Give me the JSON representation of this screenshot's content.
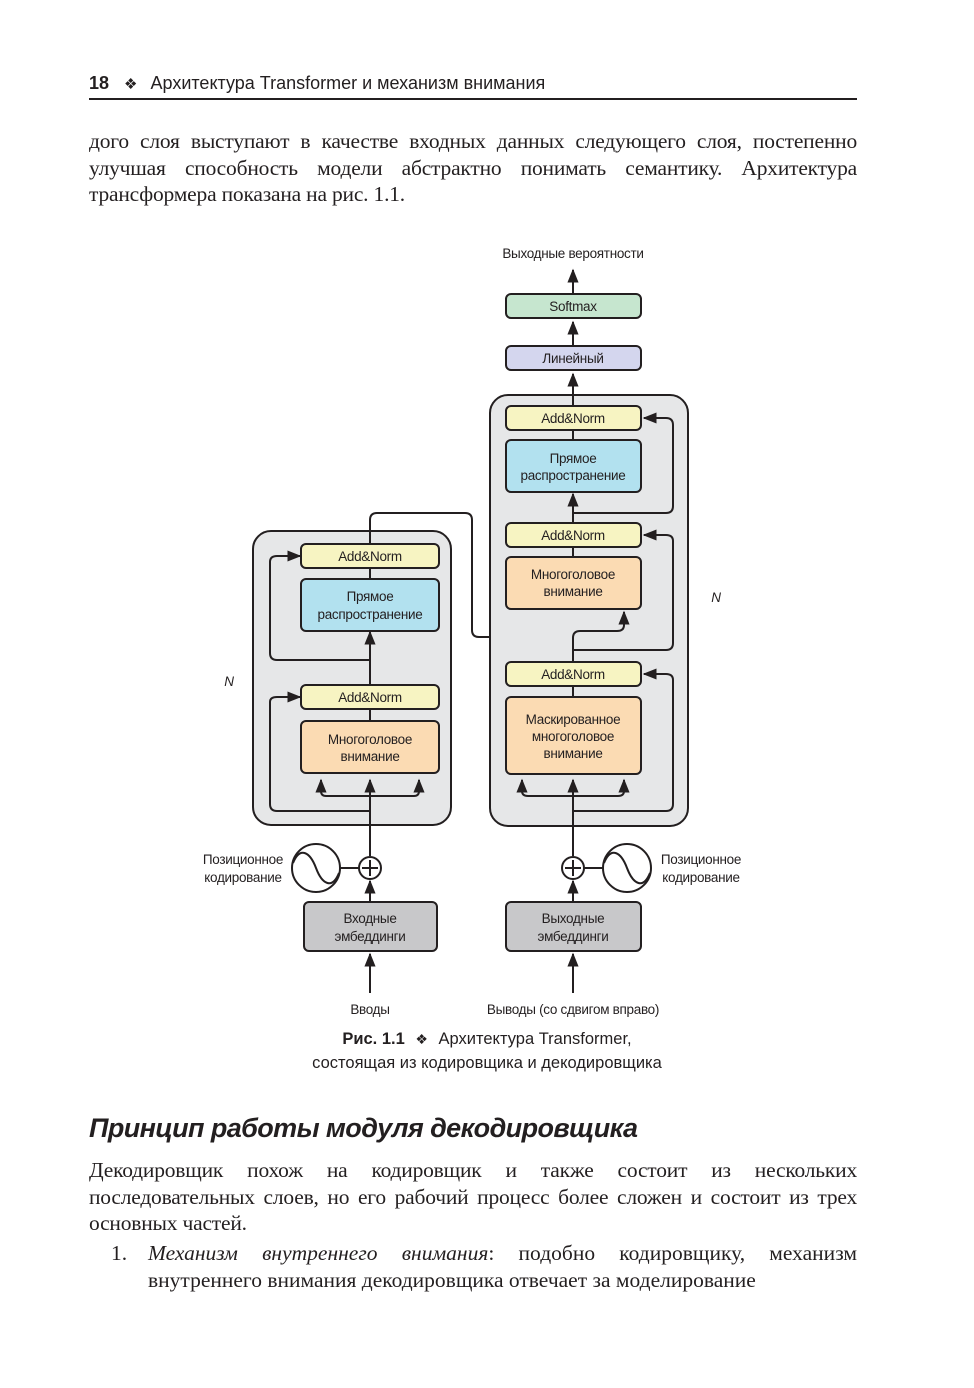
{
  "header": {
    "page_number": "18",
    "separator": "❖",
    "title": "Архитектура Transformer и механизм внимания"
  },
  "intro_paragraph": "дого слоя выступают в качестве входных данных следующего слоя, постепенно улучшая способность модели абстрактно понимать семантику. Архитектура трансформера показана на рис. 1.1.",
  "figure": {
    "output_label": "Выходные вероятности",
    "softmax": "Softmax",
    "linear": "Линейный",
    "repeat_label": "N",
    "encoder": {
      "add_norm_top": "Add&Norm",
      "feed_forward": [
        "Прямое",
        "распространение"
      ],
      "add_norm_bottom": "Add&Norm",
      "attention": [
        "Многоголовое",
        "внимание"
      ],
      "pos_encoding": [
        "Позиционное",
        "кодирование"
      ],
      "embedding": [
        "Входные",
        "эмбеддинги"
      ],
      "input_label": "Вводы"
    },
    "decoder": {
      "add_norm_top": "Add&Norm",
      "feed_forward": [
        "Прямое",
        "распространение"
      ],
      "add_norm_mid": "Add&Norm",
      "cross_attention": [
        "Многоголовое",
        "внимание"
      ],
      "add_norm_bottom": "Add&Norm",
      "masked_attention": [
        "Маскированное",
        "многоголовое",
        "внимание"
      ],
      "pos_encoding": [
        "Позиционное",
        "кодирование"
      ],
      "embedding": [
        "Выходные",
        "эмбеддинги"
      ],
      "input_label": "Выводы (со сдвигом вправо)"
    },
    "colors": {
      "add_norm": "#f7f4c2",
      "feed_forward": "#b2e1ef",
      "attention": "#fbdbb3",
      "softmax": "#c6e6cf",
      "linear": "#d4d6ee",
      "embedding": "#c8c8ca",
      "layer_bg": "#e6e7e8"
    },
    "caption_label": "Рис. 1.1",
    "caption_sep": "❖",
    "caption_line1": "Архитектура Transformer,",
    "caption_line2": "состоящая из кодировщика и декодировщика"
  },
  "section": {
    "title": "Принцип работы модуля декодировщика",
    "paragraph": "Декодировщик похож на кодировщик и также состоит из нескольких последовательных слоев, но его рабочий процесс более сложен и состоит из трех основных частей.",
    "list": [
      {
        "number": "1.",
        "term": "Механизм внутреннего внимания",
        "text": ": подобно кодировщику, механизм внутреннего внимания декодировщика отвечает за моделирование"
      }
    ]
  }
}
